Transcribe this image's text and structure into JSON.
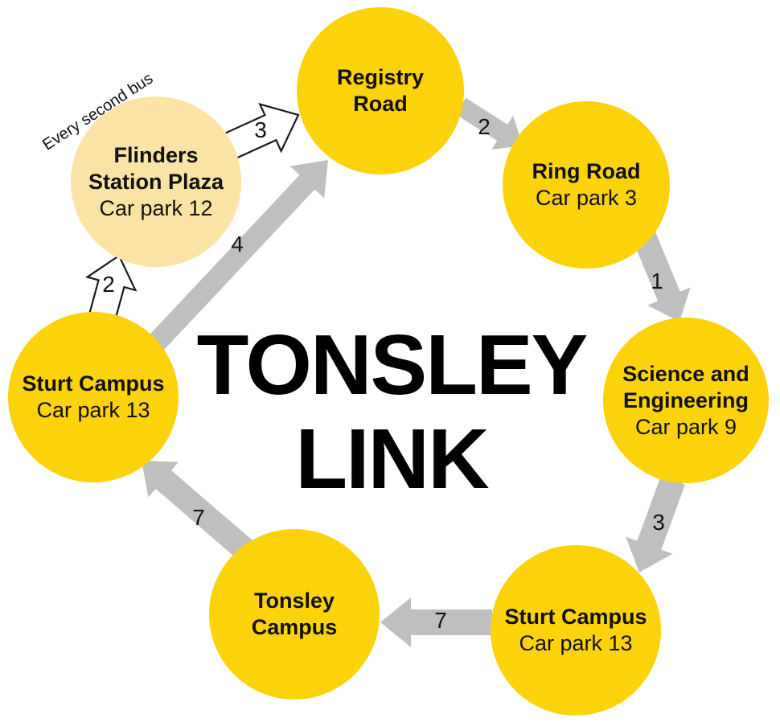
{
  "title": {
    "line1": "TONSLEY",
    "line2": "LINK"
  },
  "annotation": {
    "every_second_bus": "Every second bus"
  },
  "colors": {
    "stop_fill": "#FCD20A",
    "stop_fill_light": "#FAE3A4",
    "arrow_gray": "#BFBFBF",
    "arrow_white": "#FFFFFF",
    "text": "#111111"
  },
  "stops": [
    {
      "id": "registry-road",
      "name": "Registry\nRoad",
      "car_park": ""
    },
    {
      "id": "ring-road",
      "name": "Ring Road",
      "car_park": "Car park 3"
    },
    {
      "id": "science-and-engineering",
      "name": "Science and\nEngineering",
      "car_park": "Car park 9"
    },
    {
      "id": "sturt-campus-south",
      "name": "Sturt Campus",
      "car_park": "Car park 13"
    },
    {
      "id": "tonsley-campus",
      "name": "Tonsley\nCampus",
      "car_park": ""
    },
    {
      "id": "sturt-campus-west",
      "name": "Sturt Campus",
      "car_park": "Car park 13"
    },
    {
      "id": "flinders-station-plaza",
      "name": "Flinders\nStation Plaza",
      "car_park": "Car park 12"
    }
  ],
  "routes": [
    {
      "from": "Registry Road",
      "to": "Ring Road",
      "minutes": "2",
      "style": "solid"
    },
    {
      "from": "Ring Road",
      "to": "Science and Engineering",
      "minutes": "1",
      "style": "solid"
    },
    {
      "from": "Science and Engineering",
      "to": "Sturt Campus",
      "minutes": "3",
      "style": "solid"
    },
    {
      "from": "Sturt Campus",
      "to": "Tonsley Campus",
      "minutes": "7",
      "style": "solid"
    },
    {
      "from": "Tonsley Campus",
      "to": "Sturt Campus",
      "minutes": "7",
      "style": "solid"
    },
    {
      "from": "Sturt Campus",
      "to": "Registry Road",
      "minutes": "4",
      "style": "solid"
    },
    {
      "from": "Sturt Campus",
      "to": "Flinders Station Plaza",
      "minutes": "2",
      "style": "outline"
    },
    {
      "from": "Flinders Station Plaza",
      "to": "Registry Road",
      "minutes": "3",
      "style": "outline"
    }
  ]
}
